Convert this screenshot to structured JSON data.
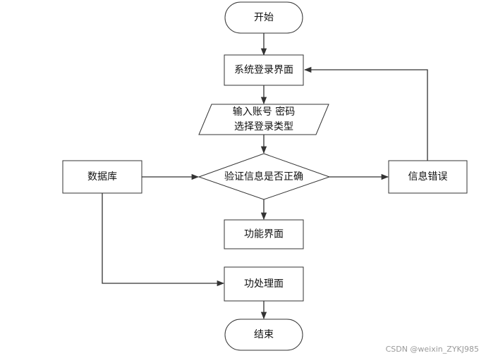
{
  "diagram": {
    "nodes": {
      "start": "开始",
      "login_screen": "系统登录界面",
      "input_line1": "输入账号 密码",
      "input_line2": "选择登录类型",
      "verify": "验证信息是否正确",
      "database": "数据库",
      "info_error": "信息错误",
      "function_screen": "功能界面",
      "function_process": "功处理面",
      "end": "结束"
    }
  },
  "watermark": "CSDN @weixin_ZYKJ985"
}
